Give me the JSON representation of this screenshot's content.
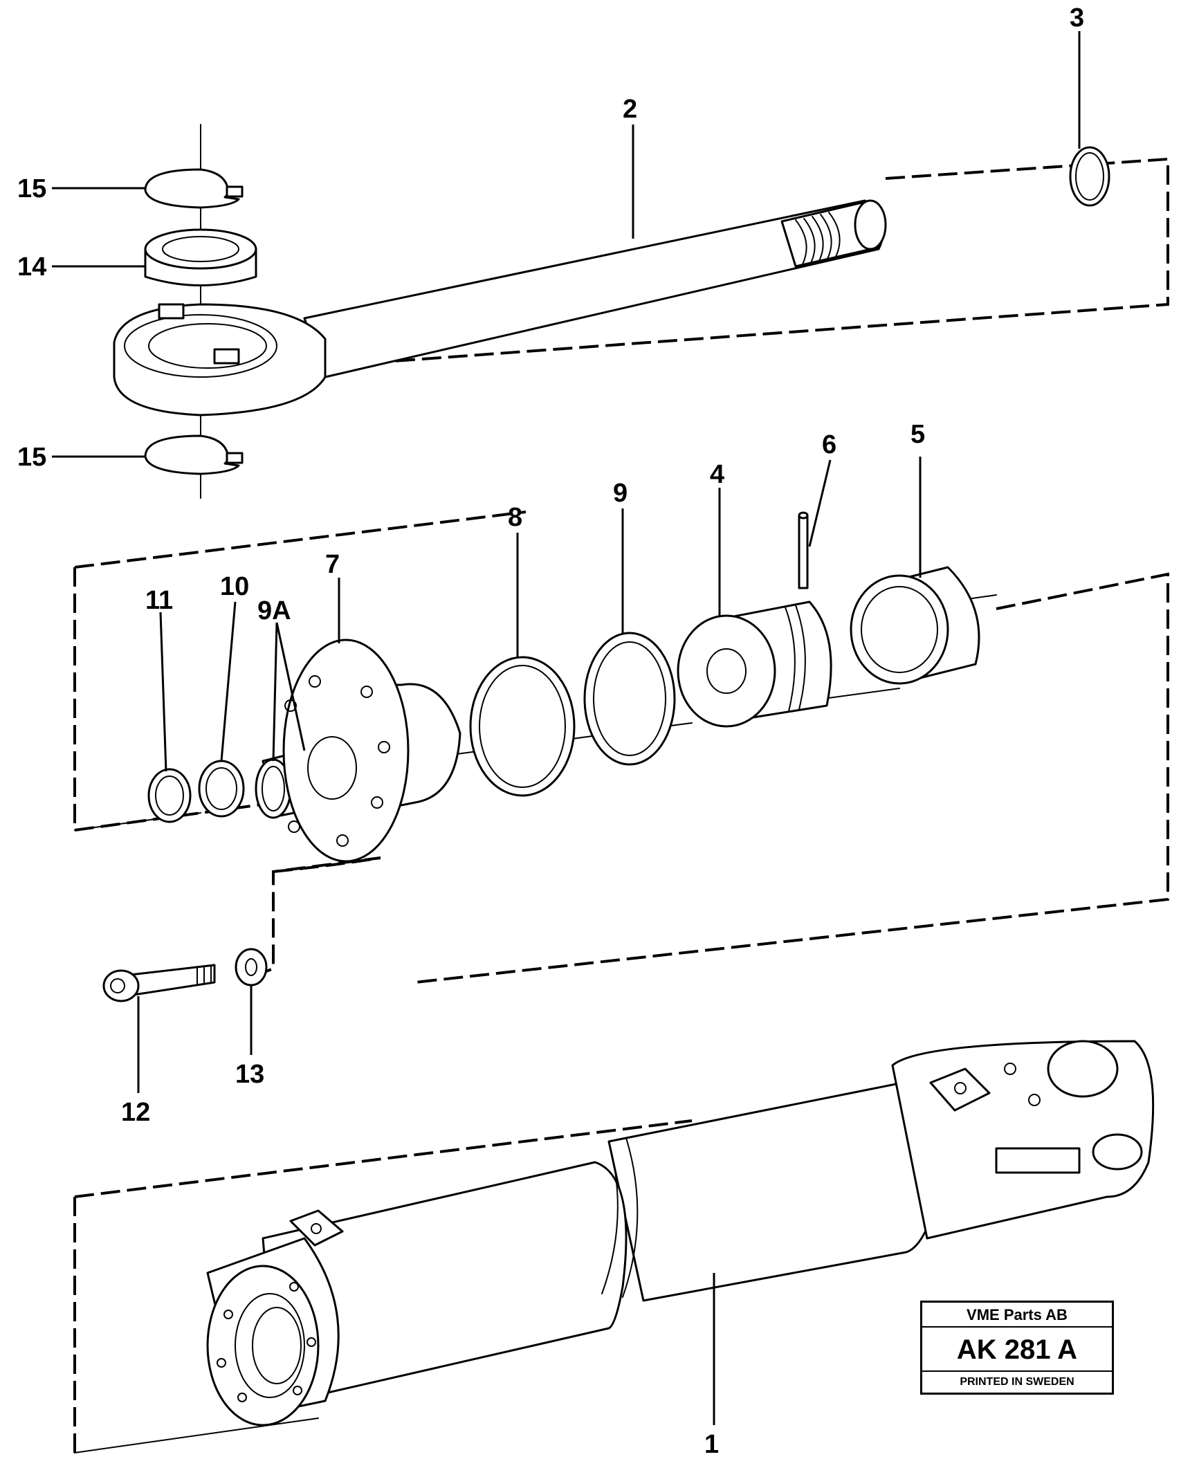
{
  "callouts": {
    "c1": "1",
    "c2": "2",
    "c3": "3",
    "c4": "4",
    "c5": "5",
    "c6": "6",
    "c7": "7",
    "c8": "8",
    "c9": "9",
    "c9a": "9A",
    "c10": "10",
    "c11": "11",
    "c12": "12",
    "c13": "13",
    "c14": "14",
    "c15_top": "15",
    "c15_bottom": "15"
  },
  "stamp": {
    "company": "VME Parts AB",
    "code": "AK 281 A",
    "printed": "PRINTED IN SWEDEN"
  }
}
